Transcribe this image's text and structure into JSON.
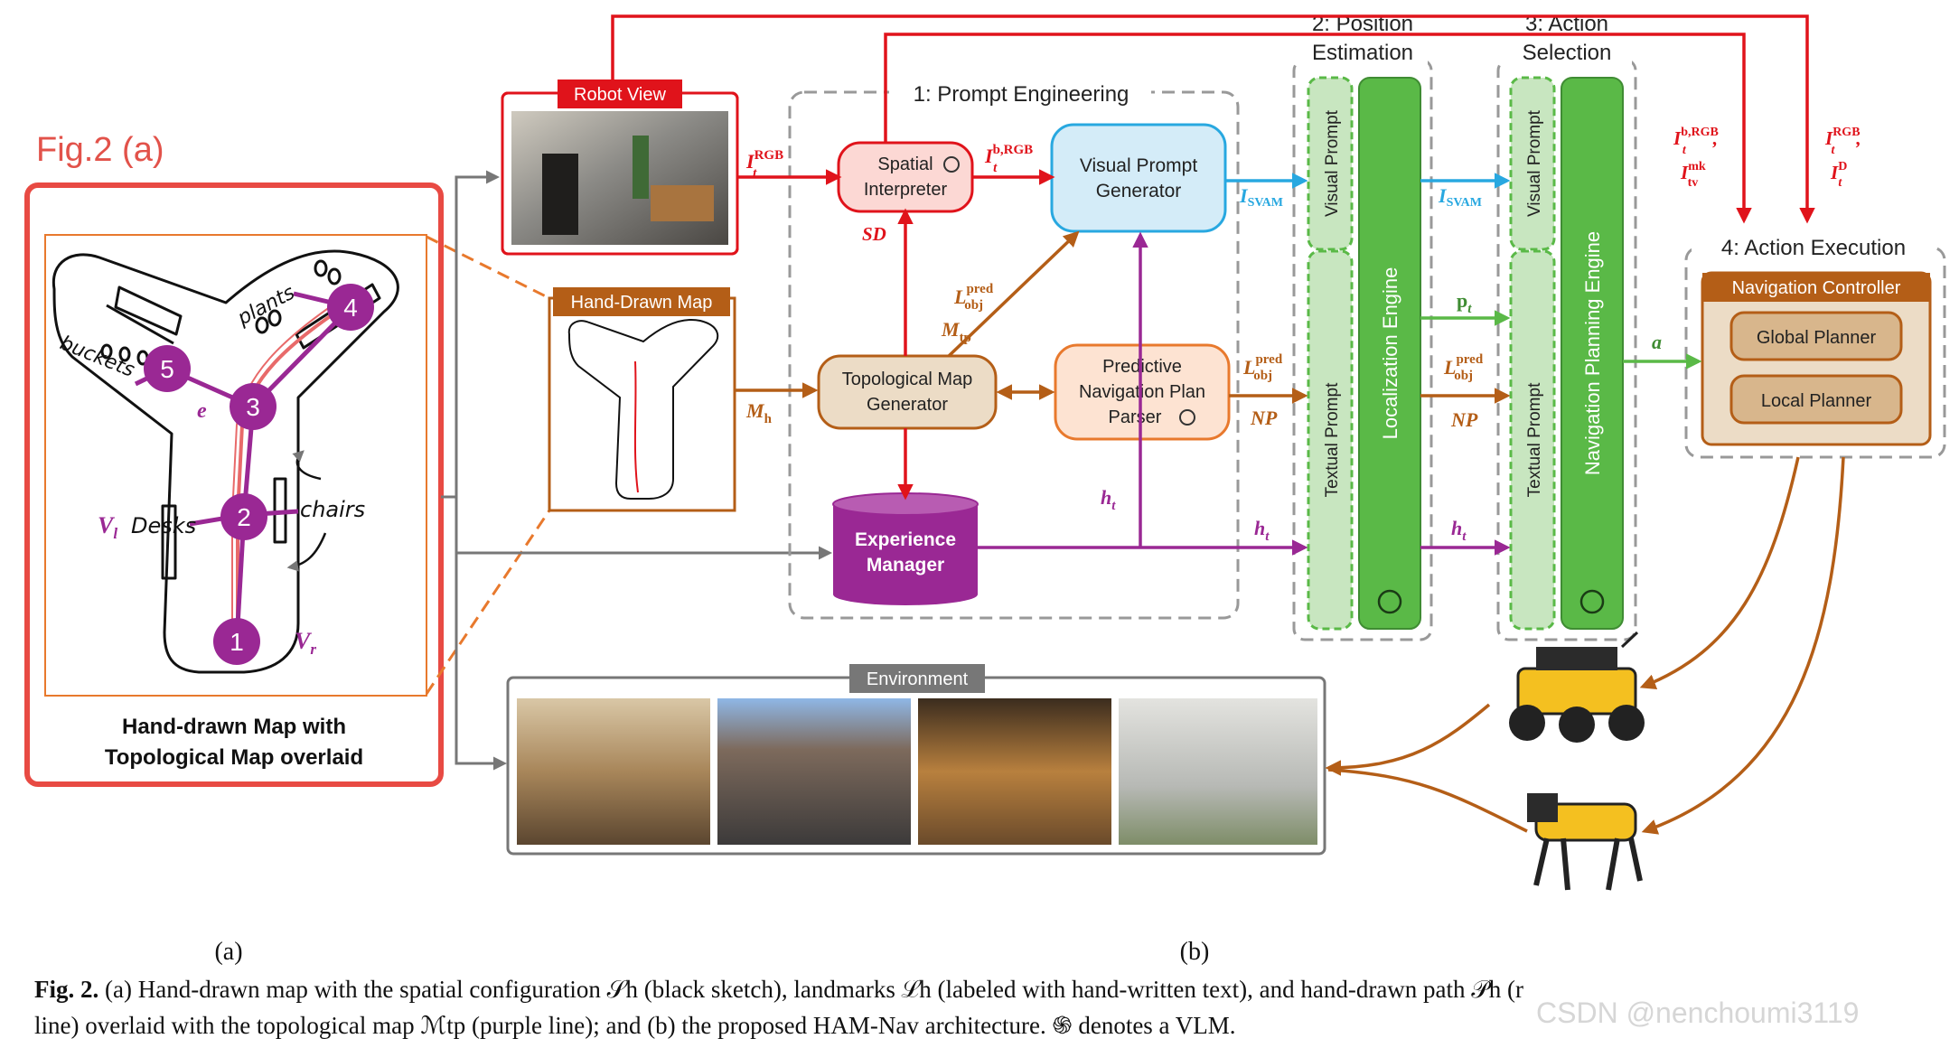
{
  "fig_label": "Fig.2 (a)",
  "panel_a": {
    "caption_line1": "Hand-drawn Map with",
    "caption_line2": "Topological Map overlaid",
    "nodes": [
      "1",
      "2",
      "3",
      "4",
      "5"
    ],
    "landmarks": {
      "plants": "plants",
      "buckets": "buckets",
      "desks": "Desks",
      "chairs": "chairs"
    },
    "edge_label": "e",
    "vl": "V",
    "vl_sub": "l",
    "vr": "V",
    "vr_sub": "r"
  },
  "robot_view": {
    "title": "Robot View"
  },
  "hand_drawn_map": {
    "title": "Hand-Drawn Map"
  },
  "environment": {
    "title": "Environment"
  },
  "prompt_engineering": {
    "title": "1: Prompt Engineering",
    "spatial_interpreter": [
      "Spatial",
      "Interpreter"
    ],
    "visual_prompt_generator": [
      "Visual Prompt",
      "Generator"
    ],
    "topological_map_generator": [
      "Topological Map",
      "Generator"
    ],
    "predictive_parser": [
      "Predictive",
      "Navigation Plan",
      "Parser"
    ],
    "experience_manager": [
      "Experience",
      "Manager"
    ]
  },
  "position_estimation": {
    "title": [
      "2: Position",
      "Estimation"
    ],
    "visual_prompt": "Visual Prompt",
    "textual_prompt": "Textual Prompt",
    "engine": "Localization Engine"
  },
  "action_selection": {
    "title": [
      "3: Action",
      "Selection"
    ],
    "visual_prompt": "Visual Prompt",
    "textual_prompt": "Textual Prompt",
    "engine": "Navigation Planning Engine"
  },
  "action_execution": {
    "title": "4: Action Execution",
    "controller": "Navigation Controller",
    "global_planner": "Global Planner",
    "local_planner": "Local Planner"
  },
  "labels": {
    "sd": "SD",
    "np1": "NP",
    "np2": "NP",
    "isvam1": "I",
    "isvam2": "I",
    "isvam_sub": "SVAM",
    "pt": "p",
    "pt_sub": "t",
    "a": "a",
    "ht": "h",
    "ht_sub": "t",
    "mh": "M",
    "mh_sub": "h",
    "mtp": "M",
    "mtp_sub": "tp",
    "i": "I",
    "l": "L",
    "t_sub": "t",
    "rgb": "RGB",
    "brgb": "b,RGB",
    "pred": "pred",
    "obj": "obj",
    "mk": "mk",
    "tv": "tv",
    "d": "D",
    "comma": ","
  },
  "caption": {
    "sub_a": "(a)",
    "sub_b": "(b)",
    "fig": "Fig. 2.",
    "line1": " (a) Hand-drawn map with the spatial configuration 𝒮h (black sketch), landmarks ℒh (labeled with hand-written text), and hand-drawn path 𝒫h (r",
    "line2": "line) overlaid with the topological map ℳtp (purple line); and (b) the proposed HAM-Nav architecture. ֍ denotes a VLM.",
    "watermark": "CSDN @nenchoumi3119"
  },
  "colors": {
    "red": "#e0131b",
    "purple": "#9a2894",
    "blue": "#28a8e0",
    "green": "#5ab947",
    "brown": "#b45e17",
    "orange": "#e8792d"
  }
}
